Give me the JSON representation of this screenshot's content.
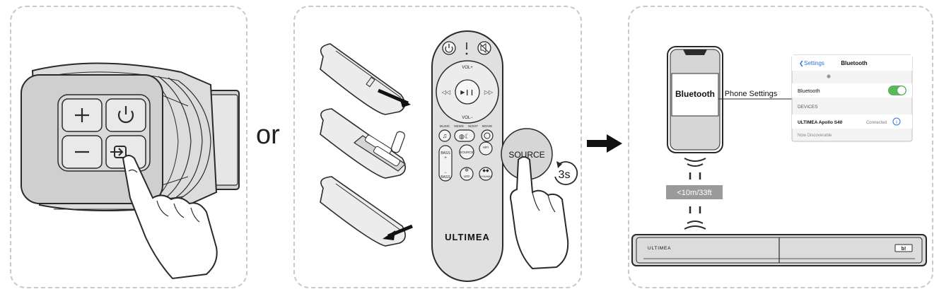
{
  "separator": "or",
  "remote": {
    "vol_up": "VOL+",
    "vol_down": "VOL−",
    "mode_labels": [
      "MUSIC",
      "NEWS",
      "NIGHT",
      "MOVIE"
    ],
    "bass_up_line1": "BASS",
    "bass_up_line2": "+",
    "bass_down_line1": "−",
    "bass_down_line2": "BASS",
    "source": "SOURCE",
    "hifi": "HIFI",
    "led": "LED",
    "dynamic": "DYNAMIC",
    "brand": "ULTIMEA"
  },
  "source_callout": "SOURCE",
  "hold_time": "3s",
  "phone": {
    "screen_text": "Bluetooth",
    "link_label": "Phone Settings",
    "distance": "<10m/33ft"
  },
  "settings": {
    "back": "Settings",
    "title": "Bluetooth",
    "bluetooth_row": "Bluetooth",
    "devices_header": "DEVICES",
    "device_name": "ULTIMEA Apollo S40",
    "device_status": "Connected",
    "discoverable": "Now Discoverable"
  },
  "soundbar": {
    "brand": "ULTIMEA",
    "badge": "b!"
  },
  "colors": {
    "line": "#2a2a2a",
    "device_fill": "#e3e3e3",
    "panel_border": "#c9c9c9",
    "toggle_on": "#5cb85c",
    "ios_link": "#2f6fd6",
    "distance_box": "#9a9a9a"
  }
}
